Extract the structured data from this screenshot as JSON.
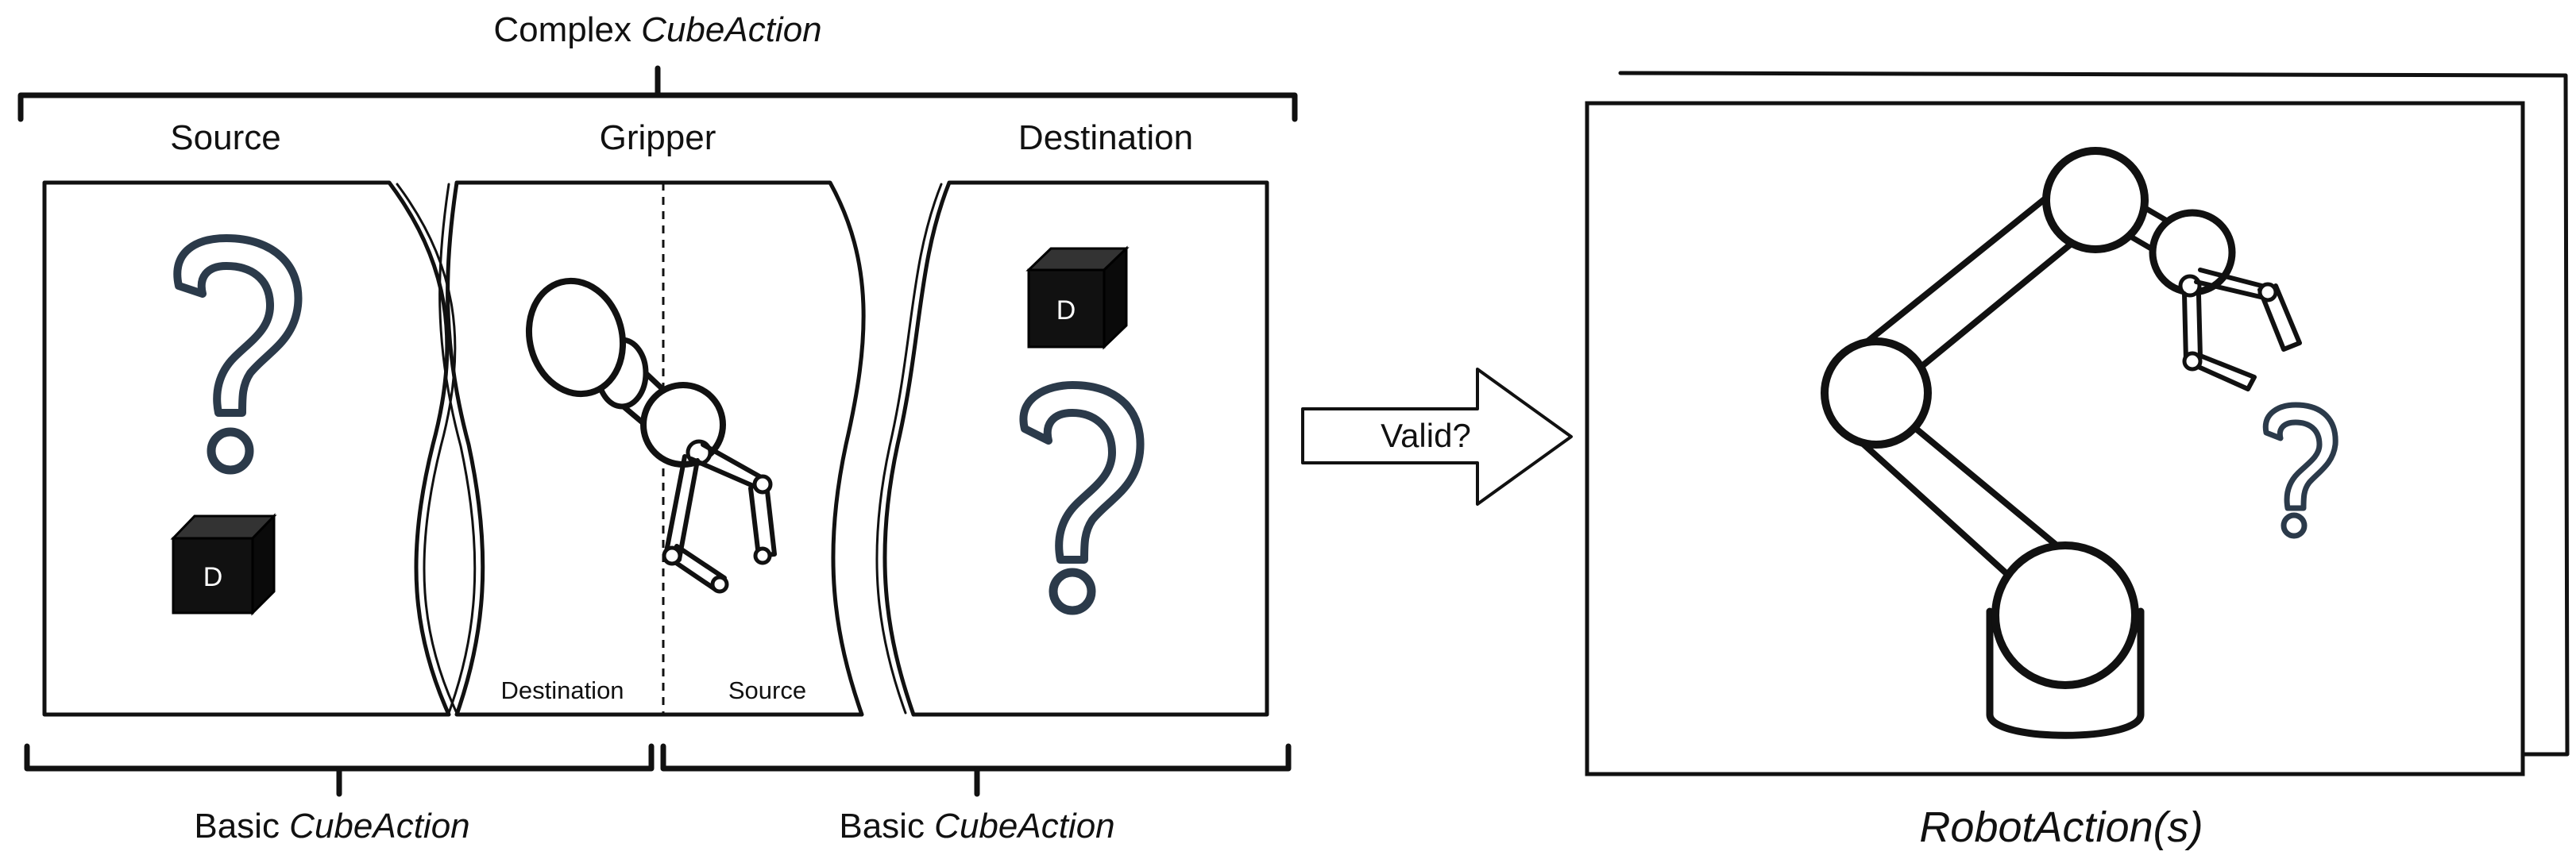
{
  "top_bracket": {
    "prefix": "Complex ",
    "italic": "CubeAction"
  },
  "panels": {
    "source_title": "Source",
    "gripper_title": "Gripper",
    "destination_title": "Destination",
    "gripper_left_caption": "Destination",
    "gripper_right_caption": "Source"
  },
  "cubes": {
    "source_cube_label": "D",
    "destination_cube_label": "D"
  },
  "bottom_brackets": [
    {
      "prefix": "Basic ",
      "italic": "CubeAction"
    },
    {
      "prefix": "Basic ",
      "italic": "CubeAction"
    }
  ],
  "arrow": {
    "label": "Valid?"
  },
  "robot_frame": {
    "caption": "RobotAction(s)"
  },
  "icons": [
    "question-mark-icon",
    "cube-icon",
    "gripper-icon",
    "robot-arm-icon",
    "arrow-right-icon"
  ],
  "colors": {
    "stroke": "#111111",
    "question_mark": "#2b3a4a",
    "cube": "#111111"
  }
}
